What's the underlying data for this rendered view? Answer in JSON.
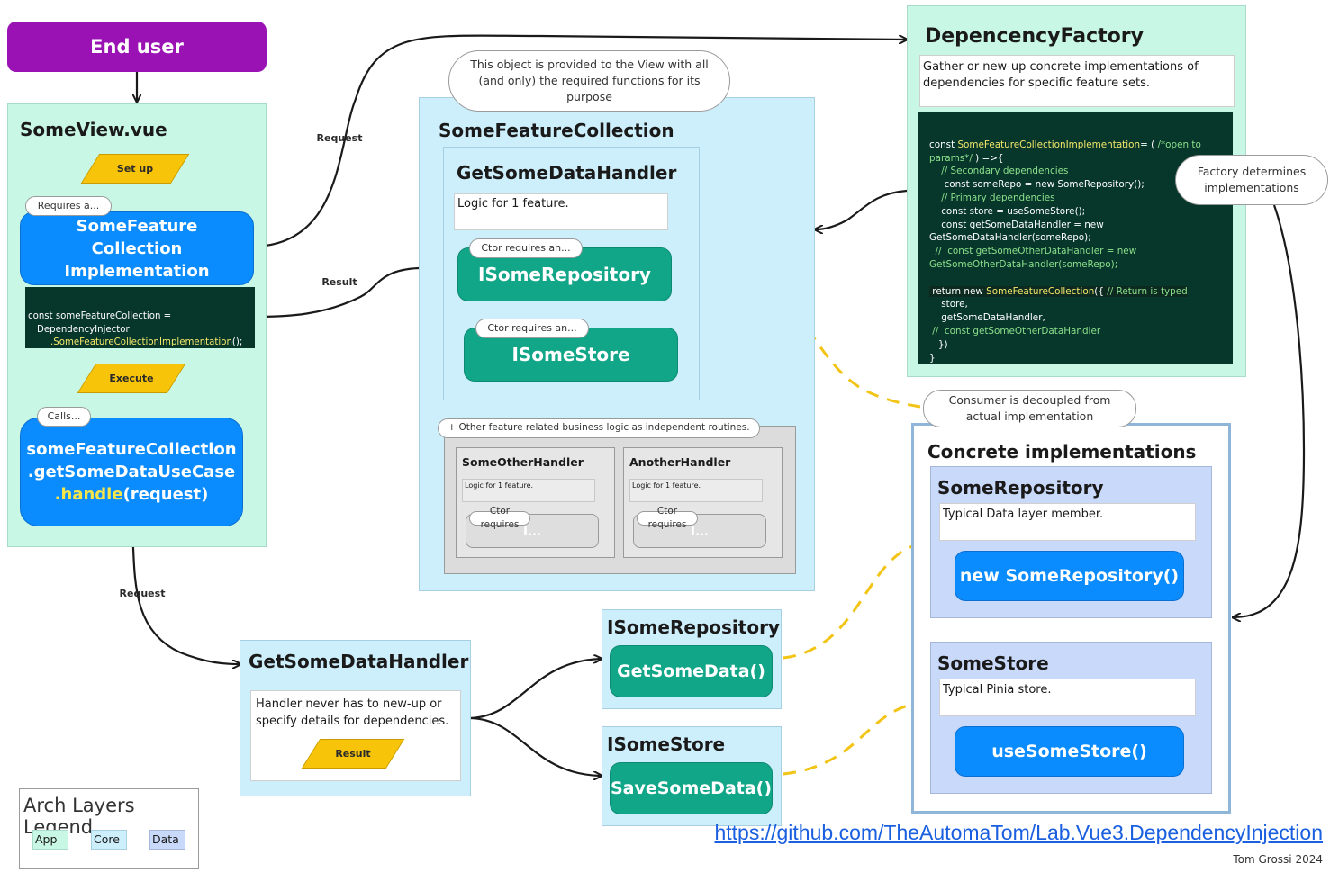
{
  "end_user": {
    "label": "End user"
  },
  "some_view": {
    "title": "SomeView.vue",
    "setup_label": "Set up",
    "requires_pill": "Requires a...",
    "impl_button": "SomeFeature Collection Implementation",
    "code_line1": "const someFeatureCollection =",
    "code_line2": "DependencyInjector",
    "code_line3a": ".SomeFeatureCollectionImplementation",
    "code_line3b": "();",
    "execute_label": "Execute",
    "calls_pill": "Calls...",
    "call_line1": "someFeatureCollection",
    "call_line2": ".getSomeDataUseCase",
    "call_line3a": ".handle",
    "call_line3b": "(request)"
  },
  "flow_labels": {
    "request_top": "Request",
    "result_top": "Result",
    "request_bottom": "Request"
  },
  "feature_collection": {
    "note": "This object is provided to the View with all (and only) the required functions for its purpose",
    "title": "SomeFeatureCollection",
    "handler_title": "GetSomeDataHandler",
    "handler_logic": "Logic for 1 feature.",
    "ctor_pill_1": "Ctor requires an...",
    "repo_button": "ISomeRepository",
    "ctor_pill_2": "Ctor requires an...",
    "store_button": "ISomeStore",
    "other_pill": "+ Other feature related business logic as independent routines.",
    "other_handler_1": {
      "title": "SomeOtherHandler",
      "logic": "Logic for 1 feature.",
      "ctor": "Ctor requires",
      "ellipsis": "I..."
    },
    "other_handler_2": {
      "title": "AnotherHandler",
      "logic": "Logic for 1 feature.",
      "ctor": "Ctor requires",
      "ellipsis": "I..."
    }
  },
  "factory": {
    "title": "DepencencyFactory",
    "description": "Gather or new-up concrete implementations of dependencies for specific feature sets.",
    "note": "Factory determines implementations",
    "code": {
      "l1a": "const ",
      "l1b": "SomeFeatureCollectionImplementation",
      "l1c": "= ( ",
      "l1d": "/*open to",
      "l2a": "params*/",
      "l2b": " ) =>{",
      "l3": "    // Secondary dependencies",
      "l4": "     const someRepo = new SomeRepository();",
      "l5": "    // Primary dependencies",
      "l6": "    const store = useSomeStore();",
      "l7": "    const getSomeDataHandler = new",
      "l8": "GetSomeDataHandler(someRepo);",
      "l9": "  //  const getSomeOtherDataHandler = new",
      "l10": "GetSomeOtherDataHandler(someRepo);",
      "l11a": " return new ",
      "l11b": "SomeFeatureCollection",
      "l11c": "({ ",
      "l11d": "// Return is typed",
      "l12": "    store,",
      "l13": "    getSomeDataHandler,",
      "l14": " //  const getSomeOtherDataHandler",
      "l15": "   })",
      "l16": "}"
    }
  },
  "concrete": {
    "note": "Consumer is decoupled from actual implementation",
    "title": "Concrete implementations",
    "repo_title": "SomeRepository",
    "repo_desc": "Typical Data layer member.",
    "repo_button": "new SomeRepository()",
    "store_title": "SomeStore",
    "store_desc": "Typical Pinia store.",
    "store_button": "useSomeStore()"
  },
  "bottom_handler": {
    "title": "GetSomeDataHandler",
    "desc": "Handler never has to new-up or specify details for dependencies.",
    "result_label": "Result"
  },
  "isome_repository": {
    "title": "ISomeRepository",
    "button": "GetSomeData()"
  },
  "isome_store": {
    "title": "ISomeStore",
    "button": "SaveSomeData()"
  },
  "legend": {
    "title": "Arch Layers Legend",
    "app": "App",
    "core": "Core",
    "data": "Data"
  },
  "footer": {
    "link": "https://github.com/TheAutomaTom/Lab.Vue3.DependencyInjection",
    "credit": "Tom Grossi 2024"
  },
  "colors": {
    "app": "#c9f7e6",
    "core": "#cdeefb",
    "data": "#c9d9f9",
    "end_user": "#9a12b3",
    "flow_label": "#f7c40a",
    "primary_button": "#0a8cff",
    "interface_button": "#12a688",
    "code_bg": "#07362b",
    "dashed_arrow": "#f2c416"
  }
}
